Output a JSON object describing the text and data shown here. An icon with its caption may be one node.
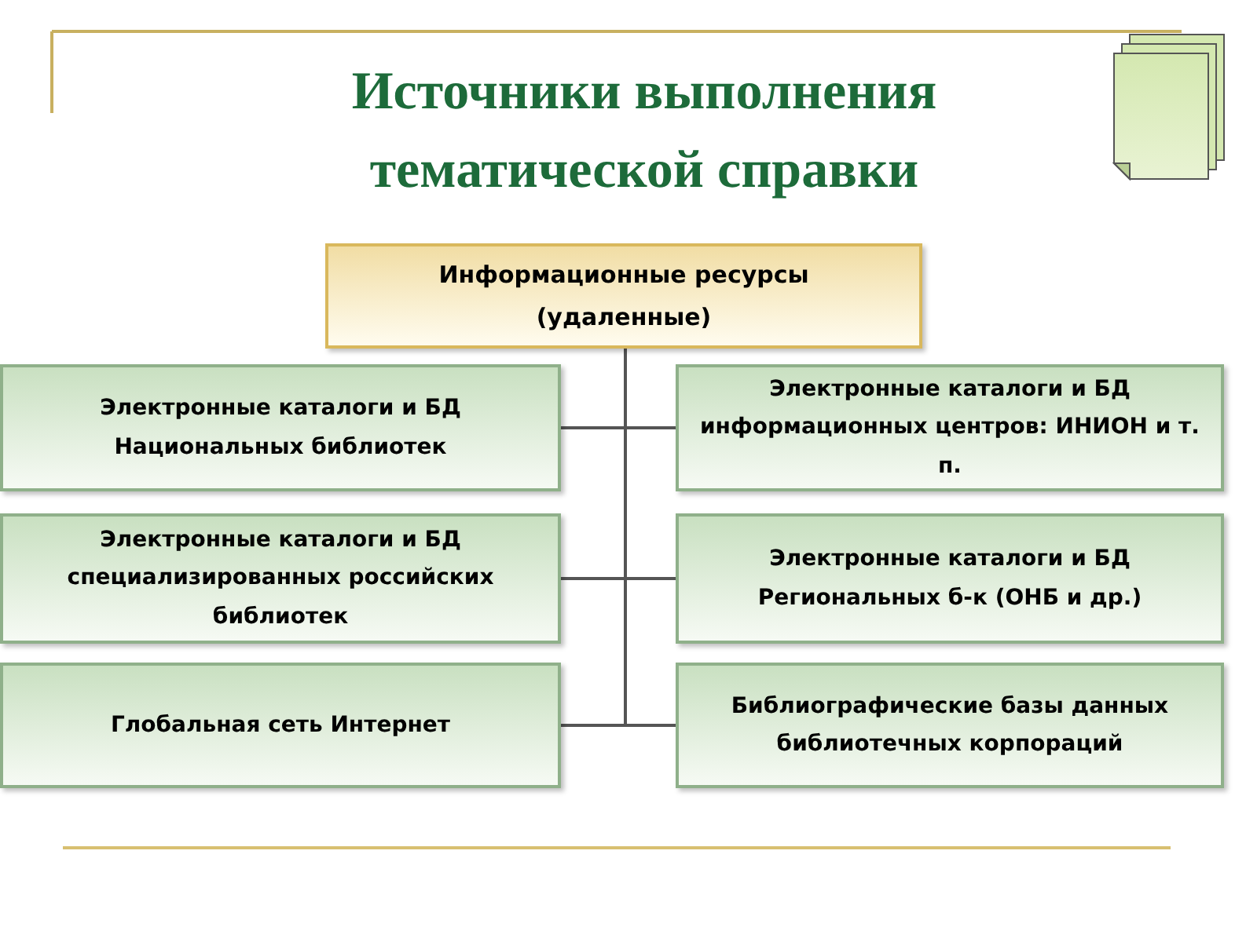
{
  "diagram": {
    "title": "Источники выполнения тематической справки",
    "nodes": [
      {
        "text": [
          "Информационные ресурсы (удаленные)"
        ]
      },
      {
        "text": [
          "Электронные каталоги и БД Национальных библиотек"
        ]
      },
      {
        "text": [
          "Электронные каталоги и БД информационных центров: ИНИОН и т. п."
        ]
      },
      {
        "text": [
          "Электронные каталоги и БД специализированных российских библиотек"
        ]
      },
      {
        "text": [
          "Электронные каталоги и БД Региональных б-к (ОНБ и др.)"
        ]
      },
      {
        "text": [
          "Глобальная сеть Интернет"
        ]
      },
      {
        "text": [
          "Библиографические базы данных библиотечных корпораций"
        ]
      }
    ],
    "edges": [
      {
        "from": 0,
        "to": 1,
        "arrow": "none"
      },
      {
        "from": 0,
        "to": 2,
        "arrow": "none"
      },
      {
        "from": 0,
        "to": 3,
        "arrow": "none"
      },
      {
        "from": 0,
        "to": 4,
        "arrow": "none"
      },
      {
        "from": 0,
        "to": 5,
        "arrow": "none"
      },
      {
        "from": 0,
        "to": 6,
        "arrow": "none"
      }
    ]
  }
}
